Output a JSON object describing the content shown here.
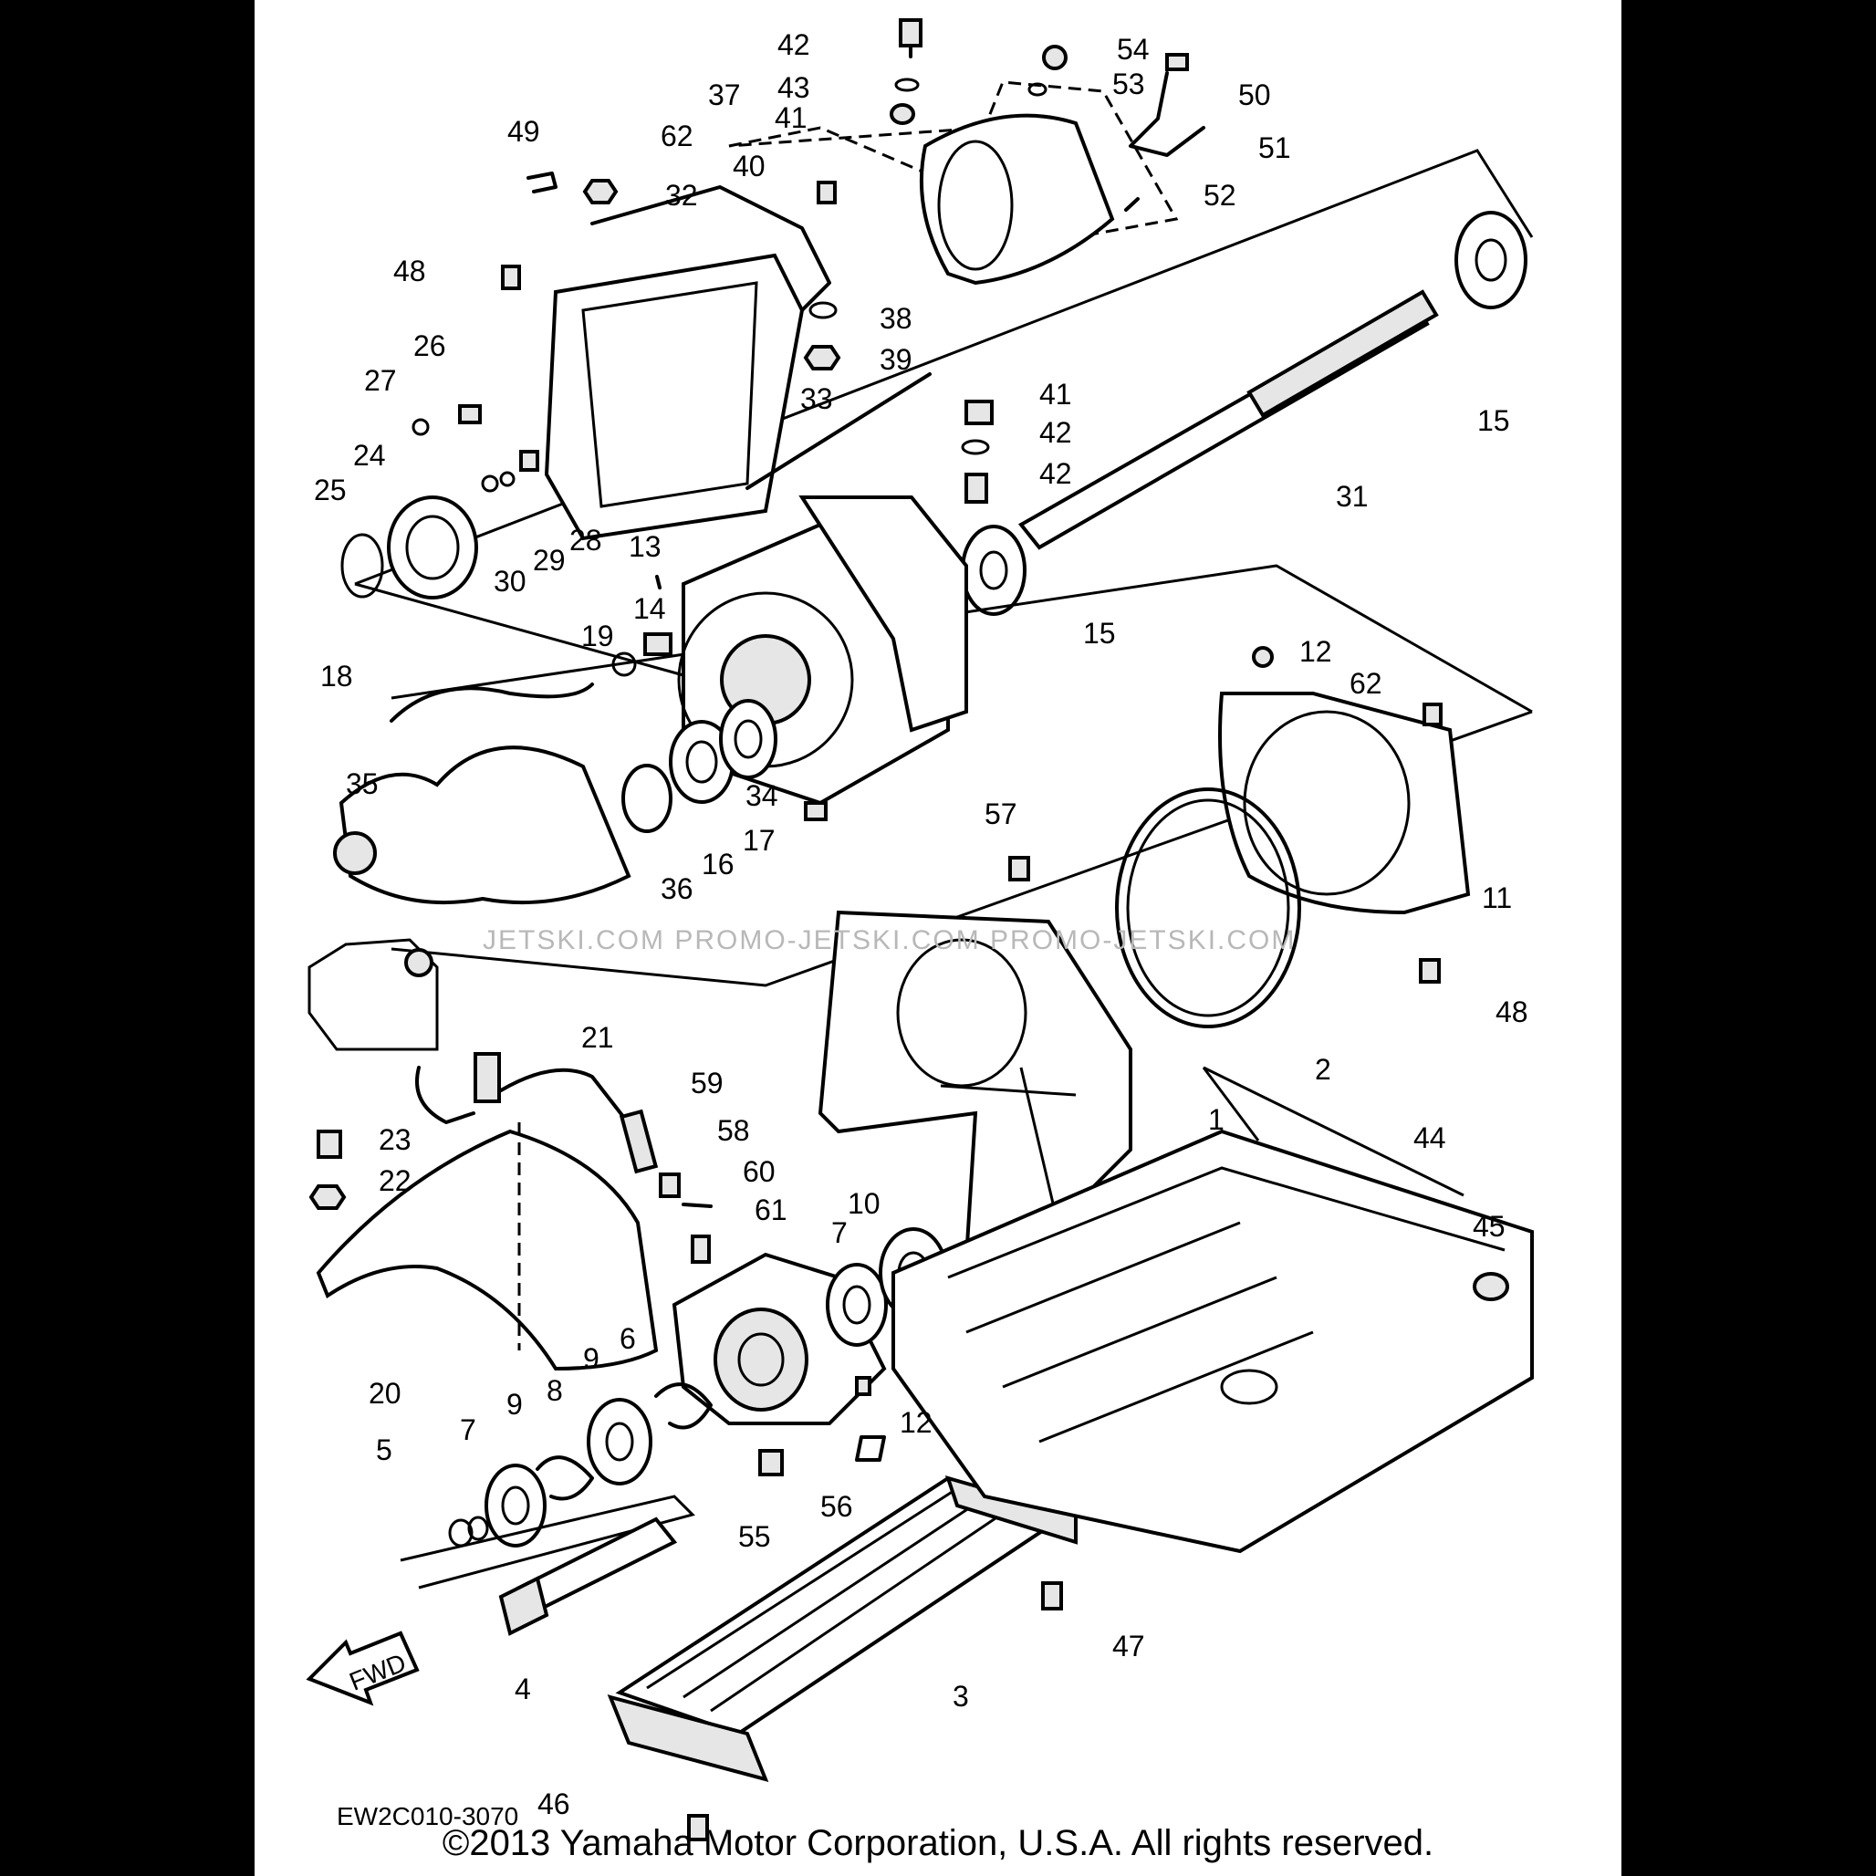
{
  "callouts": {
    "n42a": "42",
    "n54": "54",
    "n43": "43",
    "n53": "53",
    "n50": "50",
    "n41a": "41",
    "n37": "37",
    "n51": "51",
    "n62a": "62",
    "n40": "40",
    "n49": "49",
    "n32": "32",
    "n52": "52",
    "n48a": "48",
    "n38": "38",
    "n39": "39",
    "n26": "26",
    "n27": "27",
    "n33": "33",
    "n41b": "41",
    "n15a": "15",
    "n42b": "42",
    "n24": "24",
    "n42c": "42",
    "n31": "31",
    "n25": "25",
    "n28": "28",
    "n29": "29",
    "n30": "30",
    "n13": "13",
    "n14": "14",
    "n15b": "15",
    "n19": "19",
    "n12a": "12",
    "n18": "18",
    "n62b": "62",
    "n35": "35",
    "n34": "34",
    "n57": "57",
    "n17": "17",
    "n16": "16",
    "n36": "36",
    "n11": "11",
    "n48b": "48",
    "n21": "21",
    "n2": "2",
    "n59": "59",
    "n1": "1",
    "n23": "23",
    "n58": "58",
    "n44": "44",
    "n60": "60",
    "n22": "22",
    "n61": "61",
    "n45": "45",
    "n7a": "7",
    "n10": "10",
    "n6": "6",
    "n9a": "9",
    "n20": "20",
    "n9b": "9",
    "n8": "8",
    "n7b": "7",
    "n12b": "12",
    "n5": "5",
    "n55": "55",
    "n56": "56",
    "n47": "47",
    "n3": "3",
    "n4": "4",
    "n46": "46"
  },
  "fwd_label": "FWD",
  "drawing_code": "EW2C010-3070",
  "watermark": "JETSKI.COM   PROMO-JETSKI.COM   PROMO-JETSKI.COM",
  "copyright": "©2013 Yamaha Motor Corporation, U.S.A. All rights reserved."
}
